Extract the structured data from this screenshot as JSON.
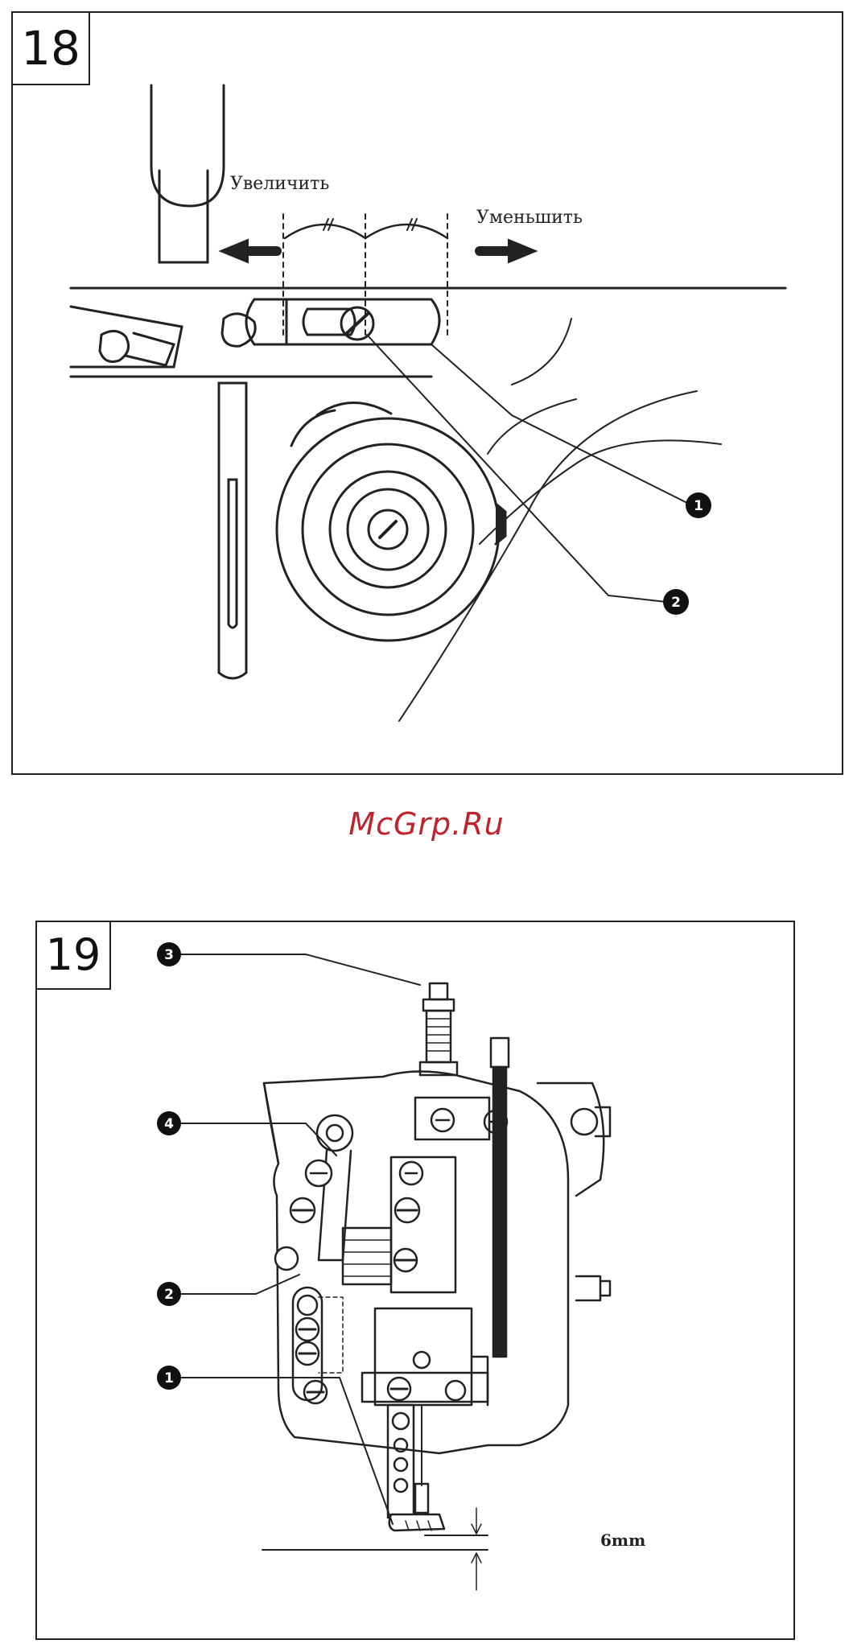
{
  "figure_18": {
    "number": "18",
    "label_increase": "Увеличить",
    "label_decrease": "Уменьшить",
    "callouts": [
      "1",
      "2"
    ]
  },
  "watermark": "McGrp.Ru",
  "figure_19": {
    "number": "19",
    "callouts": [
      "3",
      "4",
      "2",
      "1"
    ],
    "dimension_label": "6mm"
  }
}
